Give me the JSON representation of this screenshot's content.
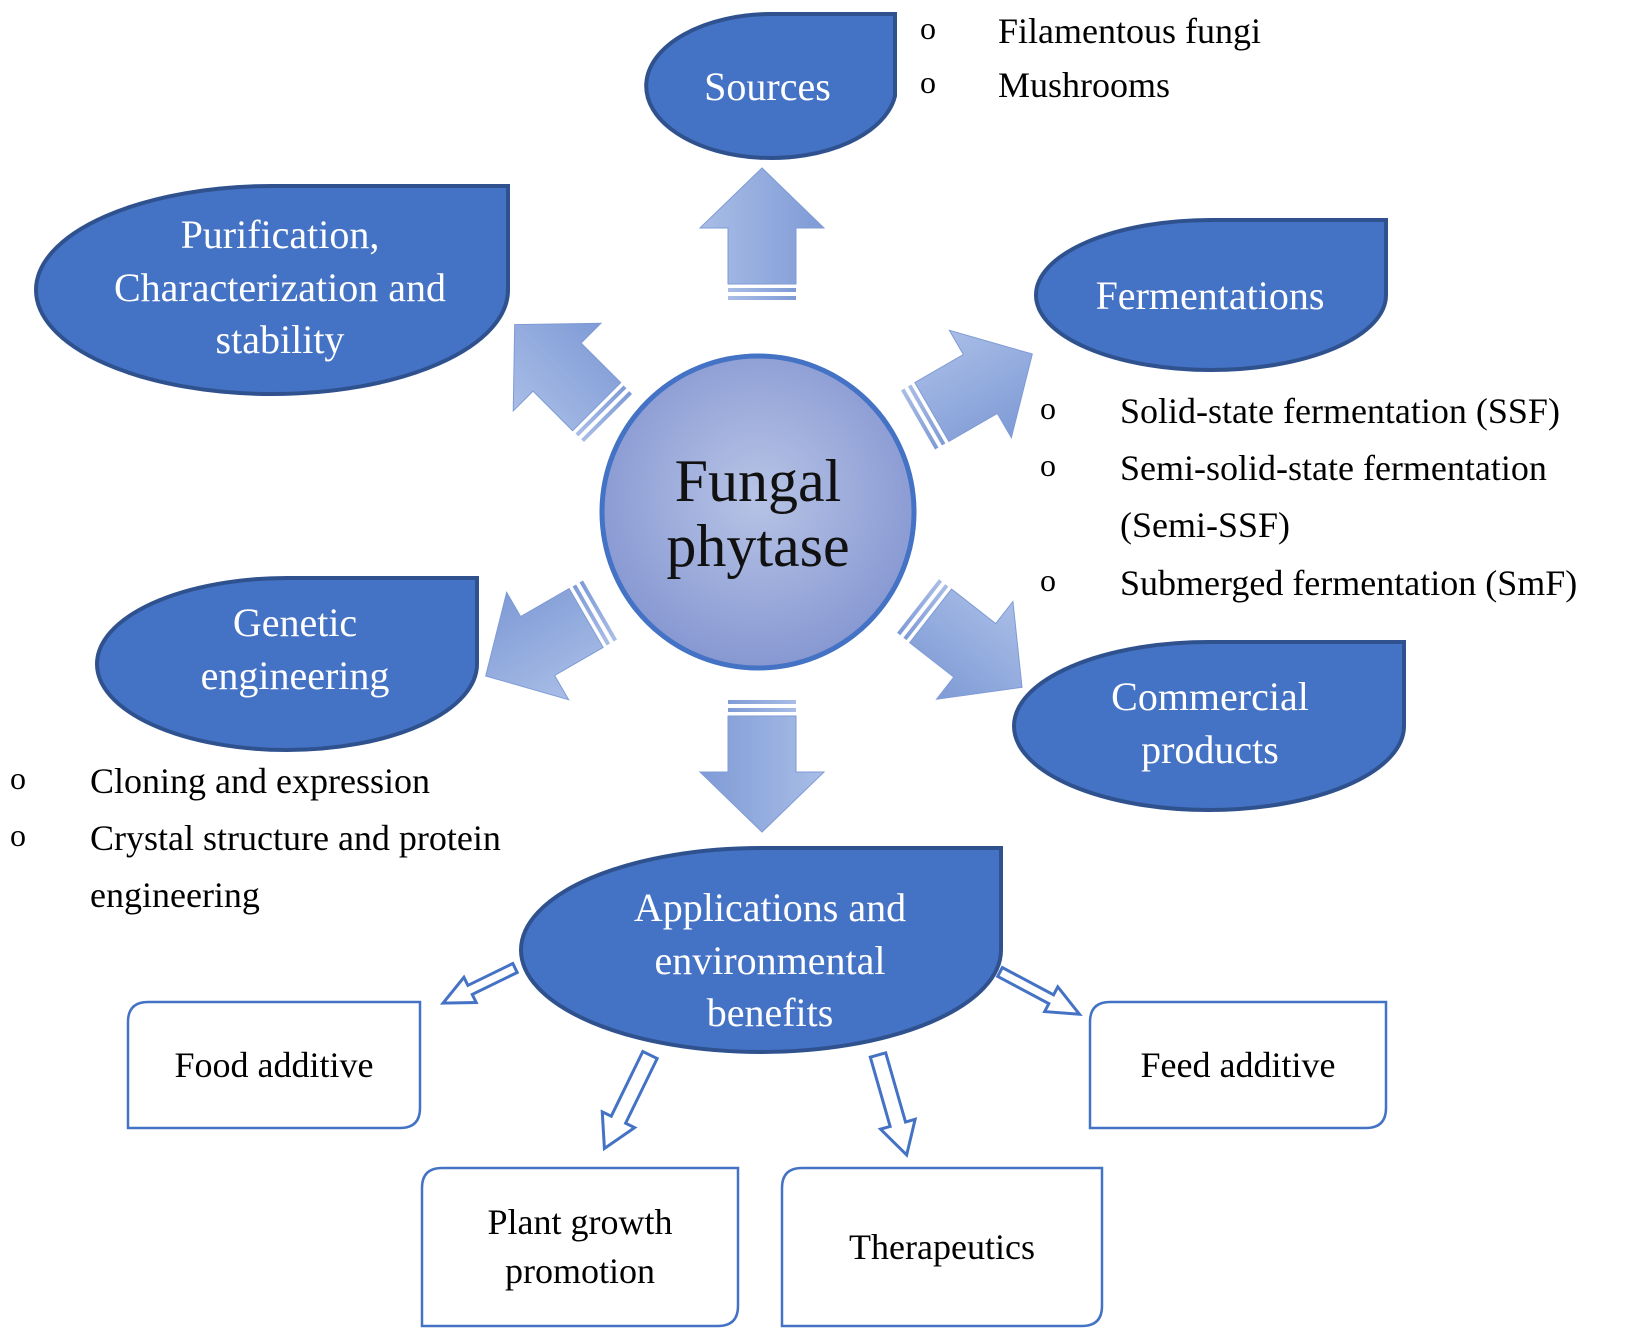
{
  "center": {
    "line1": "Fungal",
    "line2": "phytase"
  },
  "nodes": {
    "sources": {
      "lines": [
        "Sources"
      ]
    },
    "fermentations": {
      "lines": [
        "Fermentations"
      ]
    },
    "purification": {
      "lines": [
        "Purification,",
        "Characterization and",
        "stability"
      ]
    },
    "genetic": {
      "lines": [
        "Genetic",
        "engineering"
      ]
    },
    "commercial": {
      "lines": [
        "Commercial",
        "products"
      ]
    },
    "applications": {
      "lines": [
        "Applications and",
        "environmental",
        "benefits"
      ]
    }
  },
  "lists": {
    "sources": [
      "Filamentous fungi",
      "Mushrooms"
    ],
    "fermentations": [
      "Solid-state fermentation (SSF)",
      "Semi-solid-state fermentation",
      "(Semi-SSF)",
      "Submerged fermentation (SmF)"
    ],
    "genetic": [
      "Cloning and expression",
      "Crystal structure and protein",
      "engineering"
    ]
  },
  "bullet_marker": "o",
  "boxes": {
    "food": {
      "lines": [
        "Food additive"
      ]
    },
    "feed": {
      "lines": [
        "Feed additive"
      ]
    },
    "plant": {
      "lines": [
        "Plant growth",
        "promotion"
      ]
    },
    "therapeutics": {
      "lines": [
        "Therapeutics"
      ]
    }
  },
  "colors": {
    "node_fill": "#4472c4",
    "node_stroke": "#2f528f",
    "center_fill": "#8fa5d8",
    "arrow_fill": "#8ea9db"
  }
}
